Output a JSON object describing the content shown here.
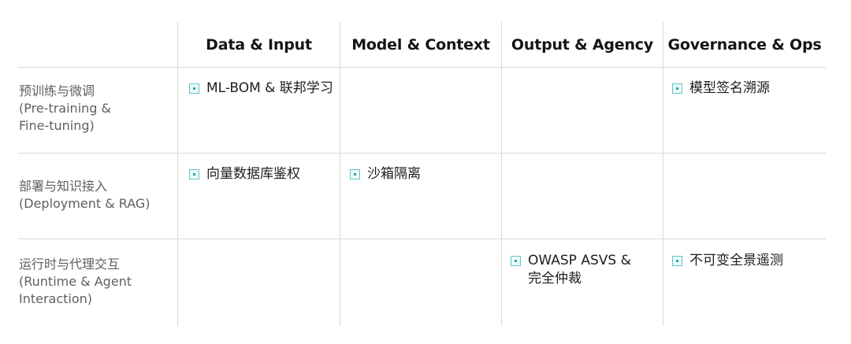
{
  "columns": [
    "Data & Input",
    "Model & Context",
    "Output & Agency",
    "Governance & Ops"
  ],
  "rows": [
    {
      "label_cn": "预训练与微调",
      "label_en_lines": [
        "(Pre-training &",
        "Fine-tuning)"
      ]
    },
    {
      "label_cn": "部署与知识接入",
      "label_en_lines": [
        "(Deployment & RAG)"
      ]
    },
    {
      "label_cn": "运行时与代理交互",
      "label_en_lines": [
        "(Runtime & Agent",
        "Interaction)"
      ]
    }
  ],
  "cells": {
    "r0_c0": [
      "ML-BOM & 联邦学习"
    ],
    "r0_c3": [
      "模型签名溯源"
    ],
    "r1_c0": [
      "向量数据库鉴权"
    ],
    "r1_c1": [
      "沙箱隔离"
    ],
    "r2_c2": [
      "OWASP ASVS &",
      "完全仲裁"
    ],
    "r2_c3": [
      "不可变全景遥测"
    ]
  },
  "icons": {
    "item_marker": "square-dot-icon"
  },
  "colors": {
    "marker_border": "#5fc4c8",
    "marker_fill": "#eef9fa",
    "marker_dot": "#2fa6ab",
    "grid": "#d9d9d9",
    "row_label": "#5f5f5f"
  }
}
